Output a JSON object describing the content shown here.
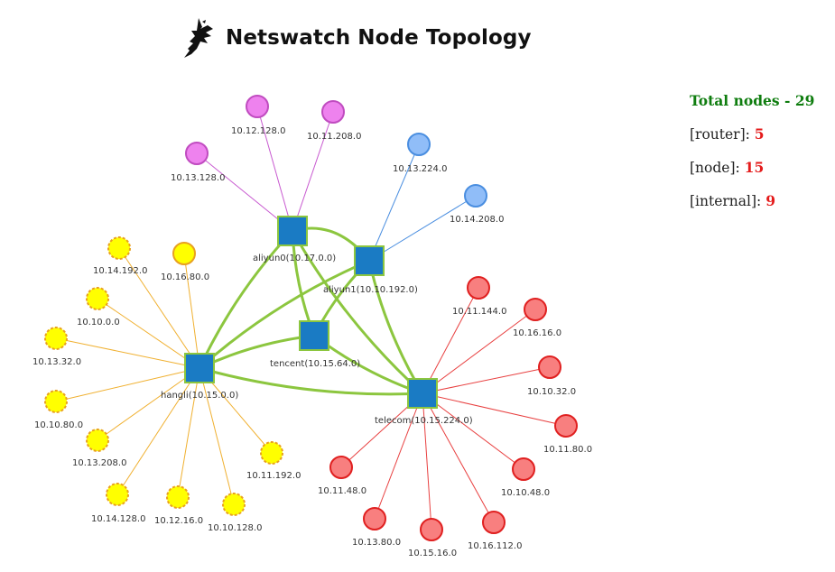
{
  "header": {
    "title": "Netswatch Node Topology",
    "logo_icon": "eagle-logo-icon"
  },
  "stats": {
    "total_label": "Total nodes - ",
    "total_value": "29",
    "router_label": "[router]: ",
    "router_value": "5",
    "node_label": "[node]: ",
    "node_value": "15",
    "internal_label": "[internal]: ",
    "internal_value": "9",
    "total_color": "#0f7d0f",
    "value_color": "#e41b1b"
  },
  "colors": {
    "router_fill": "#1a7bc4",
    "router_stroke": "#8cc63f",
    "router_link": "#8cc63f",
    "purple_fill": "#ee82ee",
    "purple_stroke": "#c04cc0",
    "purple_link": "#c85ad0",
    "blue_fill": "#90bdf8",
    "blue_stroke": "#4a8ee0",
    "blue_link": "#4a8ee0",
    "red_fill": "#f87f7f",
    "red_stroke": "#e02020",
    "red_link": "#e84040",
    "yellow_fill": "#ffff00",
    "yellow_stroke": "#e8a020",
    "yellow_link": "#f0b030"
  },
  "topology": {
    "routers": [
      {
        "id": "aliyun0",
        "label": "aliyun0(10.17.0.0)"
      },
      {
        "id": "aliyun1",
        "label": "aliyun1(10.10.192.0)"
      },
      {
        "id": "tencent",
        "label": "tencent(10.15.64.0)"
      },
      {
        "id": "hangli",
        "label": "hangli(10.15.0.0)"
      },
      {
        "id": "telecom",
        "label": "telecom(10.15.224.0)"
      }
    ],
    "router_links": [
      [
        "aliyun0",
        "aliyun1"
      ],
      [
        "aliyun0",
        "tencent"
      ],
      [
        "aliyun0",
        "hangli"
      ],
      [
        "aliyun0",
        "telecom"
      ],
      [
        "aliyun1",
        "tencent"
      ],
      [
        "aliyun1",
        "hangli"
      ],
      [
        "aliyun1",
        "telecom"
      ],
      [
        "tencent",
        "hangli"
      ],
      [
        "tencent",
        "telecom"
      ],
      [
        "hangli",
        "telecom"
      ]
    ],
    "nodes": [
      {
        "id": "n-10-12-128-0",
        "label": "10.12.128.0",
        "parent": "aliyun0",
        "group": "purple",
        "dashed": false
      },
      {
        "id": "n-10-11-208-0",
        "label": "10.11.208.0",
        "parent": "aliyun0",
        "group": "purple",
        "dashed": false
      },
      {
        "id": "n-10-13-128-0",
        "label": "10.13.128.0",
        "parent": "aliyun0",
        "group": "purple",
        "dashed": false
      },
      {
        "id": "n-10-13-224-0",
        "label": "10.13.224.0",
        "parent": "aliyun1",
        "group": "blue",
        "dashed": false
      },
      {
        "id": "n-10-14-208-0",
        "label": "10.14.208.0",
        "parent": "aliyun1",
        "group": "blue",
        "dashed": false
      },
      {
        "id": "n-10-14-192-0",
        "label": "10.14.192.0",
        "parent": "hangli",
        "group": "yellow",
        "dashed": true
      },
      {
        "id": "n-10-16-80-0",
        "label": "10.16.80.0",
        "parent": "hangli",
        "group": "yellow",
        "dashed": false
      },
      {
        "id": "n-10-10-0-0",
        "label": "10.10.0.0",
        "parent": "hangli",
        "group": "yellow",
        "dashed": true
      },
      {
        "id": "n-10-13-32-0",
        "label": "10.13.32.0",
        "parent": "hangli",
        "group": "yellow",
        "dashed": true
      },
      {
        "id": "n-10-10-80-0",
        "label": "10.10.80.0",
        "parent": "hangli",
        "group": "yellow",
        "dashed": true
      },
      {
        "id": "n-10-13-208-0",
        "label": "10.13.208.0",
        "parent": "hangli",
        "group": "yellow",
        "dashed": true
      },
      {
        "id": "n-10-14-128-0",
        "label": "10.14.128.0",
        "parent": "hangli",
        "group": "yellow",
        "dashed": true
      },
      {
        "id": "n-10-12-16-0",
        "label": "10.12.16.0",
        "parent": "hangli",
        "group": "yellow",
        "dashed": true
      },
      {
        "id": "n-10-10-128-0",
        "label": "10.10.128.0",
        "parent": "hangli",
        "group": "yellow",
        "dashed": true
      },
      {
        "id": "n-10-11-192-0",
        "label": "10.11.192.0",
        "parent": "hangli",
        "group": "yellow",
        "dashed": true
      },
      {
        "id": "n-10-11-144-0",
        "label": "10.11.144.0",
        "parent": "telecom",
        "group": "red",
        "dashed": false
      },
      {
        "id": "n-10-16-16-0",
        "label": "10.16.16.0",
        "parent": "telecom",
        "group": "red",
        "dashed": false
      },
      {
        "id": "n-10-10-32-0",
        "label": "10.10.32.0",
        "parent": "telecom",
        "group": "red",
        "dashed": false
      },
      {
        "id": "n-10-11-80-0",
        "label": "10.11.80.0",
        "parent": "telecom",
        "group": "red",
        "dashed": false
      },
      {
        "id": "n-10-10-48-0",
        "label": "10.10.48.0",
        "parent": "telecom",
        "group": "red",
        "dashed": false
      },
      {
        "id": "n-10-16-112-0",
        "label": "10.16.112.0",
        "parent": "telecom",
        "group": "red",
        "dashed": false
      },
      {
        "id": "n-10-15-16-0",
        "label": "10.15.16.0",
        "parent": "telecom",
        "group": "red",
        "dashed": false
      },
      {
        "id": "n-10-13-80-0",
        "label": "10.13.80.0",
        "parent": "telecom",
        "group": "red",
        "dashed": false
      },
      {
        "id": "n-10-11-48-0",
        "label": "10.11.48.0",
        "parent": "telecom",
        "group": "red",
        "dashed": false
      }
    ]
  }
}
